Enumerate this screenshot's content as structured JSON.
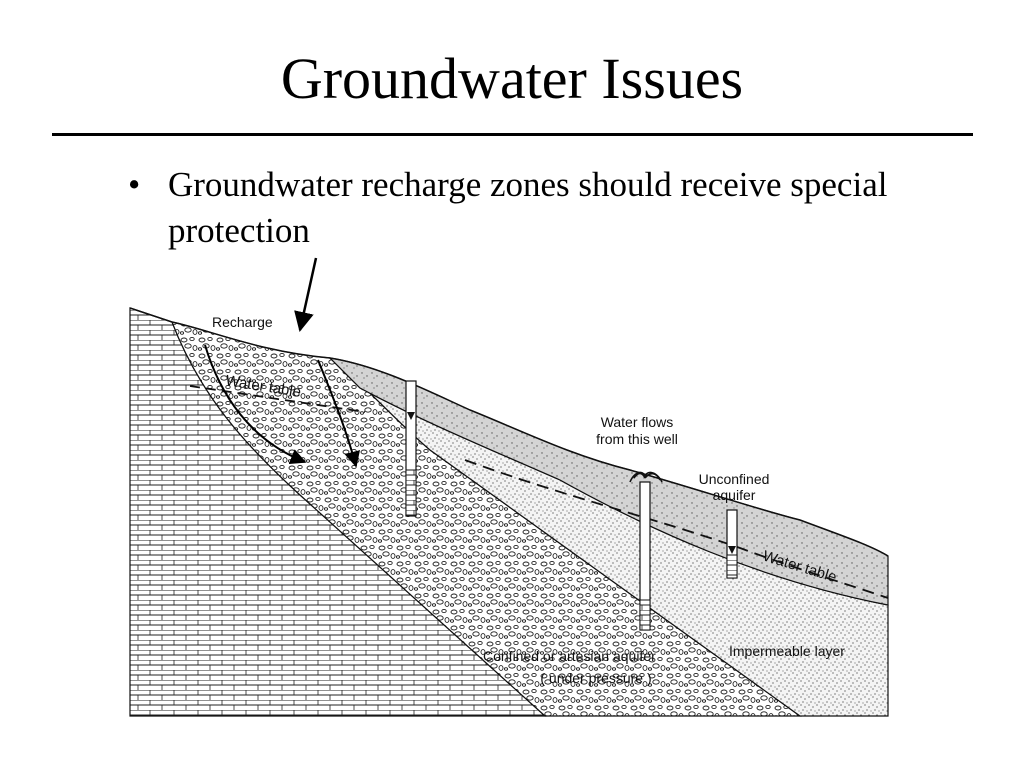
{
  "slide": {
    "title": "Groundwater Issues",
    "bullets": [
      {
        "marker": "•",
        "text": "Groundwater recharge zones should receive special protection"
      }
    ]
  },
  "diagram": {
    "labels": {
      "recharge": "Recharge",
      "water_table_left": "Water table",
      "water_table_right": "Water table",
      "flowing_well_line1": "Water flows",
      "flowing_well_line2": "from this well",
      "unconfined_line1": "Unconfined",
      "unconfined_line2": "aquifer",
      "impermeable": "Impermeable layer",
      "confined_line1": "Confined or artesian aquifer",
      "confined_line2": "( under pressure )"
    },
    "colors": {
      "ink": "#111111",
      "upper_layer_fill": "#d2d2d2",
      "stipple_fill": "#f0f0f0"
    }
  }
}
